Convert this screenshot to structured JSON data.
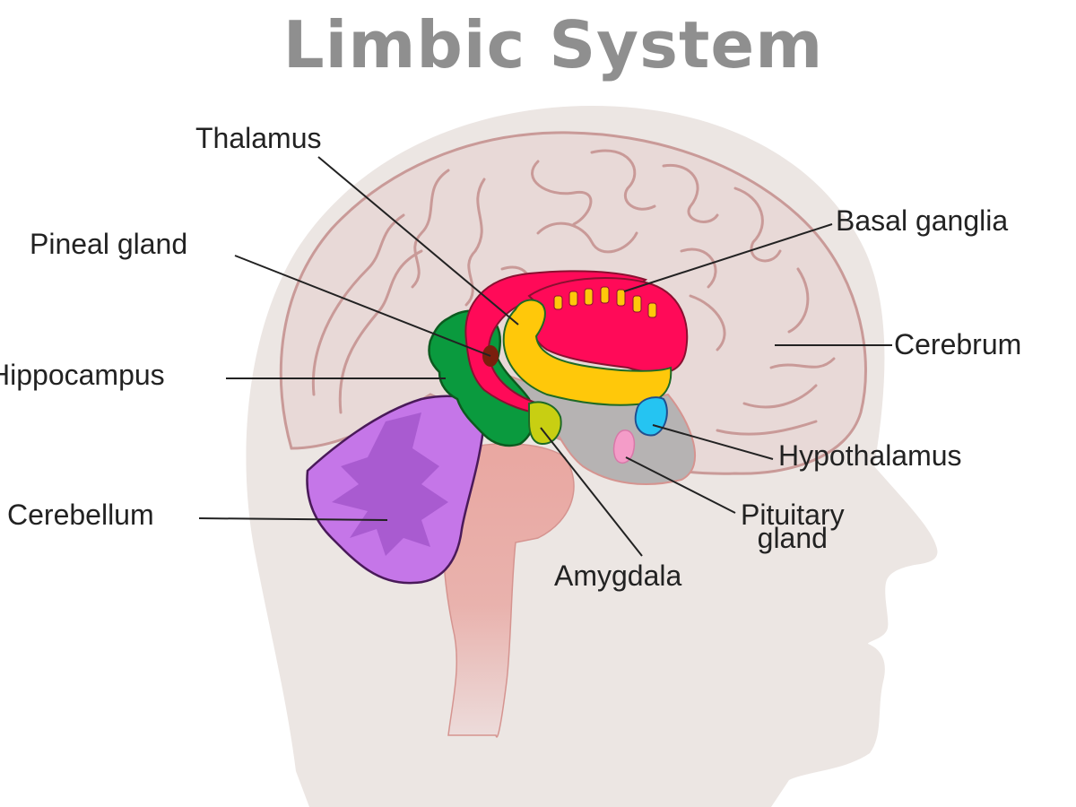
{
  "title": "Limbic System",
  "labels": {
    "thalamus": "Thalamus",
    "pineal_gland": "Pineal gland",
    "hippocampus": "Hippocampus",
    "cerebellum": "Cerebellum",
    "basal_ganglia": "Basal ganglia",
    "cerebrum": "Cerebrum",
    "hypothalamus": "Hypothalamus",
    "pituitary_gland_line1": "Pituitary",
    "pituitary_gland_line2": "gland",
    "amygdala": "Amygdala"
  },
  "colors": {
    "head": "#ece6e3",
    "cerebrum": "#e8d9d7",
    "gyri": "#c99a98",
    "brainstem": "#e9a7a1",
    "cerebellum": "#c576e8",
    "cerebellum_detail": "#a95bd0",
    "hippocampus": "#0a9a3e",
    "fornix": "#ff0a58",
    "basal_ganglia": "#ff0a58",
    "thalamus": "#ffc80a",
    "amygdala": "#c8cf12",
    "hypothalamus": "#25c4f2",
    "pituitary": "#f49cc8",
    "pineal": "#7a1f0d",
    "diencephalon": "#b6b3b3",
    "title": "#8f8f8f",
    "leader": "#222222"
  }
}
